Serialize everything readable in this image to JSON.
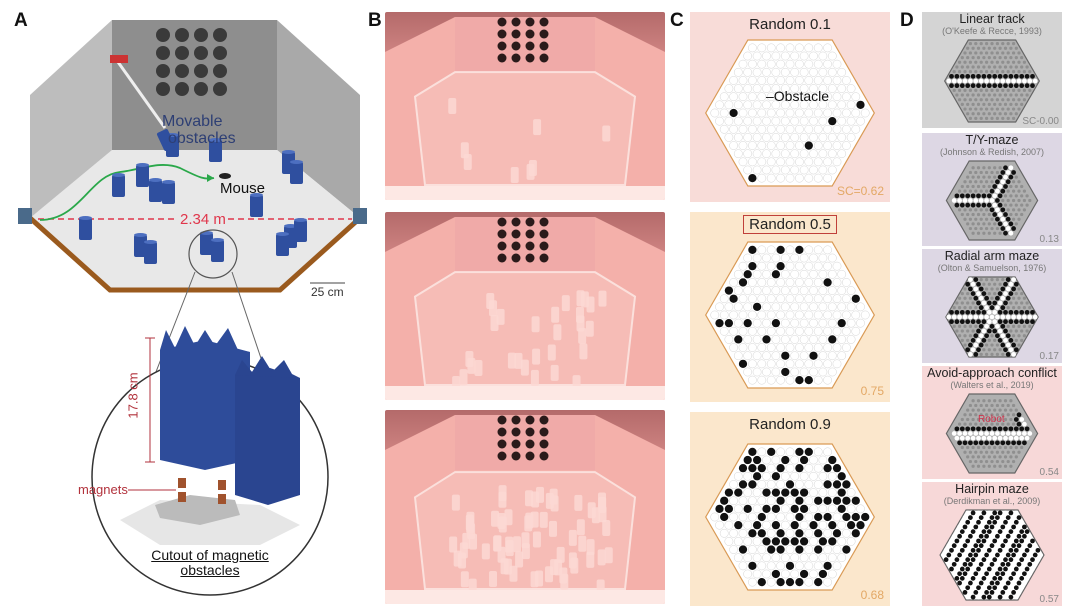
{
  "panels": {
    "a": "A",
    "b": "B",
    "c": "C",
    "d": "D"
  },
  "panel_a": {
    "movable_obstacles": [
      "Movable",
      "obstacles"
    ],
    "mouse": "Mouse",
    "arena_width": "2.34 m",
    "scale_bar": "25 cm",
    "obstacle_height": "17.8 cm",
    "magnets": "magnets",
    "cutout": [
      "Cutout of magnetic",
      "obstacles"
    ]
  },
  "panel_c": [
    {
      "title": "Random 0.1",
      "density": 0.1,
      "sc": "SC=0.62",
      "annotation": "Obstacle",
      "bg": "#f8dcd8"
    },
    {
      "title": "Random 0.5",
      "density": 0.5,
      "sc": "0.75",
      "bg": "#fbe7cc"
    },
    {
      "title": "Random 0.9",
      "density": 0.9,
      "sc": "0.68",
      "bg": "#fbe7cc"
    }
  ],
  "panel_d": [
    {
      "title": "Linear track",
      "ref": "(O'Keefe & Recce, 1993)",
      "sc": "SC-0.00",
      "mode": "linear",
      "bg": "#d4d4d4"
    },
    {
      "title": "T/Y-maze",
      "ref": "(Johnson & Redish, 2007)",
      "sc": "0.13",
      "mode": "ty",
      "bg": "#ddd7e4"
    },
    {
      "title": "Radial arm maze",
      "ref": "(Olton & Samuelson, 1976)",
      "sc": "0.17",
      "mode": "radial",
      "bg": "#ddd7e4"
    },
    {
      "title": "Avoid-approach conflict",
      "ref": "(Walters et al., 2019)",
      "sc": "0.54",
      "mode": "avoid",
      "robot": "Robot",
      "bg": "#f7d8d8"
    },
    {
      "title": "Hairpin maze",
      "ref": "(Derdikman et al., 2009)",
      "sc": "0.57",
      "mode": "hairpin",
      "bg": "#f7d8d8"
    }
  ]
}
